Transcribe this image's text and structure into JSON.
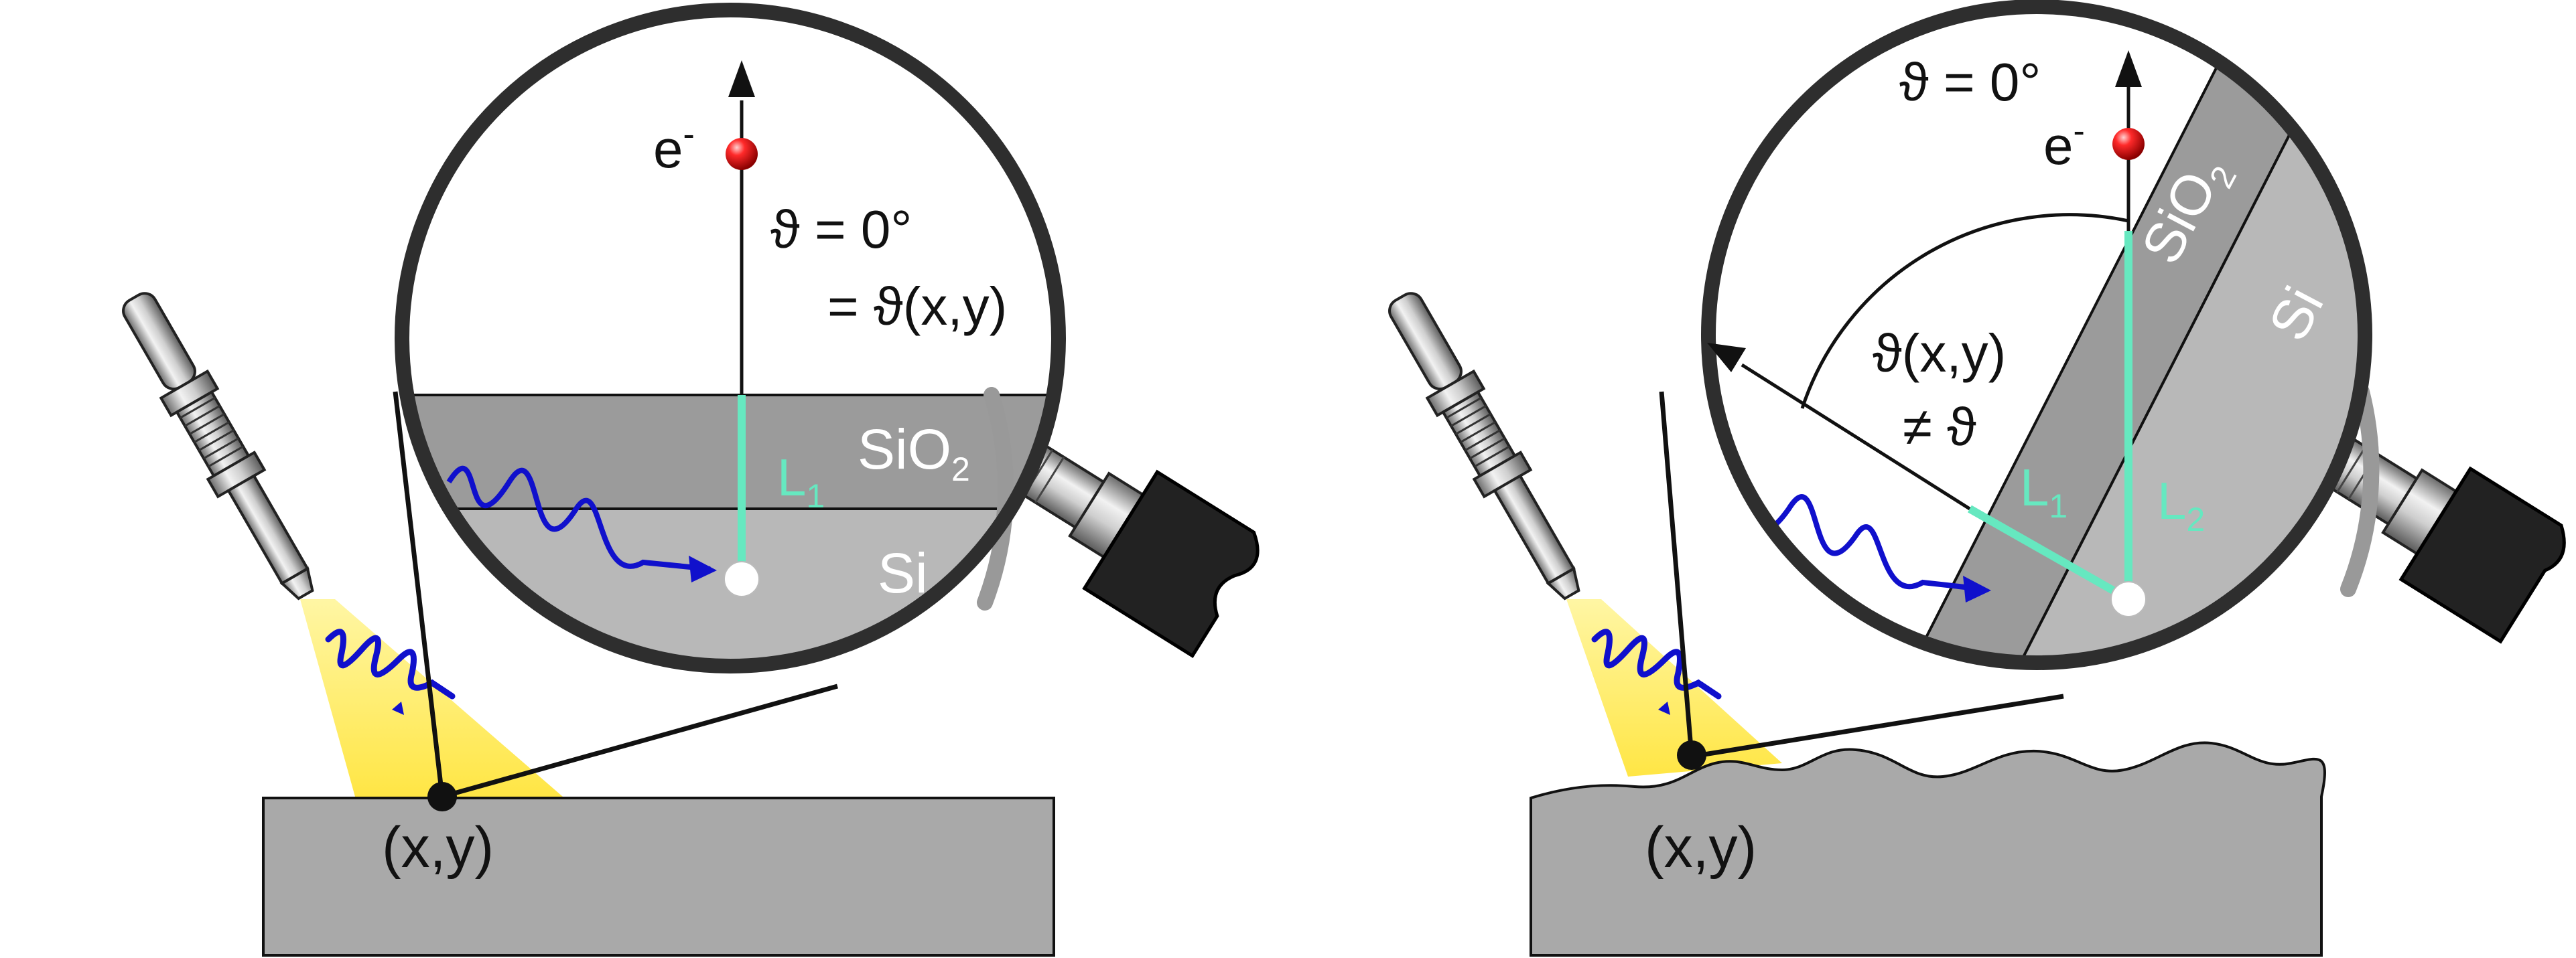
{
  "colors": {
    "substrate": "#a9a9a9",
    "sio2_layer": "#9b9b9b",
    "si_layer": "#b8b8b8",
    "lens_rim": "#2e2e2e",
    "thickness_line": "#66e8c0",
    "xray_wave": "#1010cc",
    "beam": "#ffe94a",
    "electron": "#e01010"
  },
  "left_panel": {
    "point_label": "(x,y)",
    "electron_label": "e",
    "electron_sup": "-",
    "angle_line1": "ϑ = 0°",
    "angle_line2": "= ϑ(x,y)",
    "path_label": "L",
    "path_sub": "1",
    "top_layer": "SiO",
    "top_layer_sub": "2",
    "bottom_layer": "Si"
  },
  "right_panel": {
    "point_label": "(x,y)",
    "electron_label": "e",
    "electron_sup": "-",
    "angle_top": "ϑ = 0°",
    "angle_line1": "ϑ(x,y)",
    "angle_line2": "≠ ϑ",
    "path1_label": "L",
    "path1_sub": "1",
    "path2_label": "L",
    "path2_sub": "2",
    "top_layer": "SiO",
    "top_layer_sub": "2",
    "bottom_layer": "Si"
  }
}
